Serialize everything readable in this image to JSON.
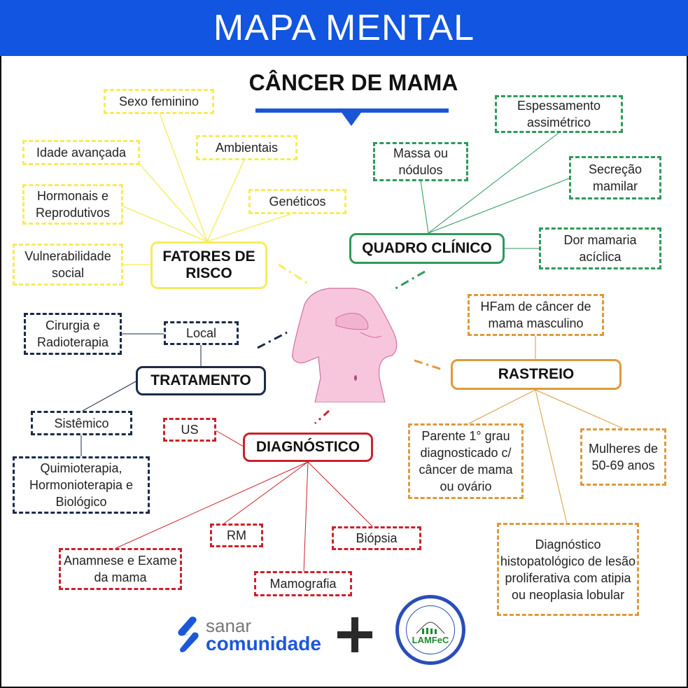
{
  "header": {
    "title": "MAPA MENTAL"
  },
  "subtitle": "CÂNCER DE MAMA",
  "colors": {
    "header_bg": "#1155e0",
    "fatores": "#f6ec5c",
    "quadro": "#2e9a5a",
    "tratamento": "#1b2a4a",
    "diagnostico": "#c8232b",
    "rastreio": "#dd9a3c",
    "figure": "#f7c6dc"
  },
  "fatores_de_risco": {
    "label": "FATORES DE RISCO",
    "items": [
      "Sexo feminino",
      "Idade avançada",
      "Ambientais",
      "Hormonais e Reprodutivos",
      "Genéticos",
      "Vulnerabilidade social"
    ]
  },
  "quadro_clinico": {
    "label": "QUADRO CLÍNICO",
    "items": [
      "Espessamento assimétrico",
      "Massa ou nódulos",
      "Secreção mamilar",
      "Dor mamaria acíclica"
    ]
  },
  "tratamento": {
    "label": "TRATAMENTO",
    "local": {
      "label": "Local",
      "child": "Cirurgia e Radioterapia"
    },
    "sistemico": {
      "label": "Sistêmico",
      "child": "Quimioterapia, Hormonioterapia e Biológico"
    }
  },
  "diagnostico": {
    "label": "DIAGNÓSTICO",
    "items": [
      "US",
      "RM",
      "Biópsia",
      "Anamnese e Exame da mama",
      "Mamografia"
    ]
  },
  "rastreio": {
    "label": "RASTREIO",
    "items": [
      "HFam de câncer de mama masculino",
      "Parente 1° grau diagnosticado c/ câncer de mama ou ovário",
      "Mulheres de 50-69 anos",
      "Diagnóstico histopatológico de lesão proliferativa com atipia ou neoplasia lobular"
    ]
  },
  "footer": {
    "sanar_line1": "sanar",
    "sanar_line2": "comunidade",
    "seal_label": "LAMFeC"
  }
}
